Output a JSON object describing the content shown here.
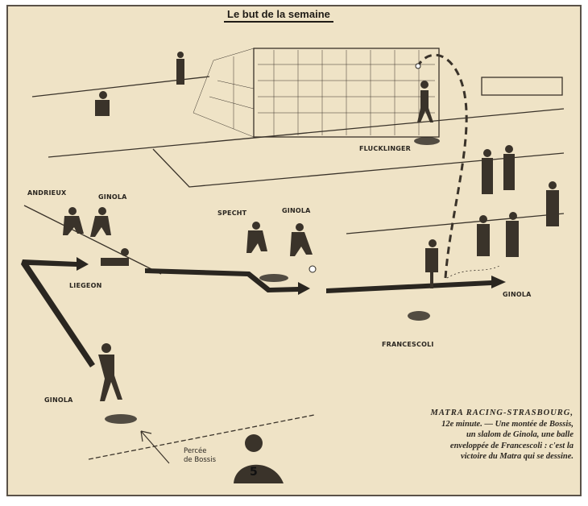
{
  "header": {
    "title": "Le but de la semaine"
  },
  "labels": {
    "andrieux": "ANDRIEUX",
    "ginola_1": "GINOLA",
    "liegeon": "LIEGEON",
    "specht": "SPECHT",
    "ginola_2": "GINOLA",
    "flucklinger": "FLUCKLINGER",
    "francescoli": "FRANCESCOLI",
    "ginola_3": "GINOLA",
    "ginola_4": "GINOLA",
    "percee_line1": "Percée",
    "percee_line2": "de Bossis",
    "shirt_number": "5"
  },
  "caption": {
    "line1": "MATRA RACING-STRASBOURG,",
    "line2": "12e minute. — Une montée de Bossis,",
    "line3": "un slalom de Ginola, une balle",
    "line4": "enveloppée de Francescoli : c'est la",
    "line5": "victoire du Matra qui se dessine."
  },
  "colors": {
    "paper": "#efe3c6",
    "ink": "#2a2620"
  }
}
